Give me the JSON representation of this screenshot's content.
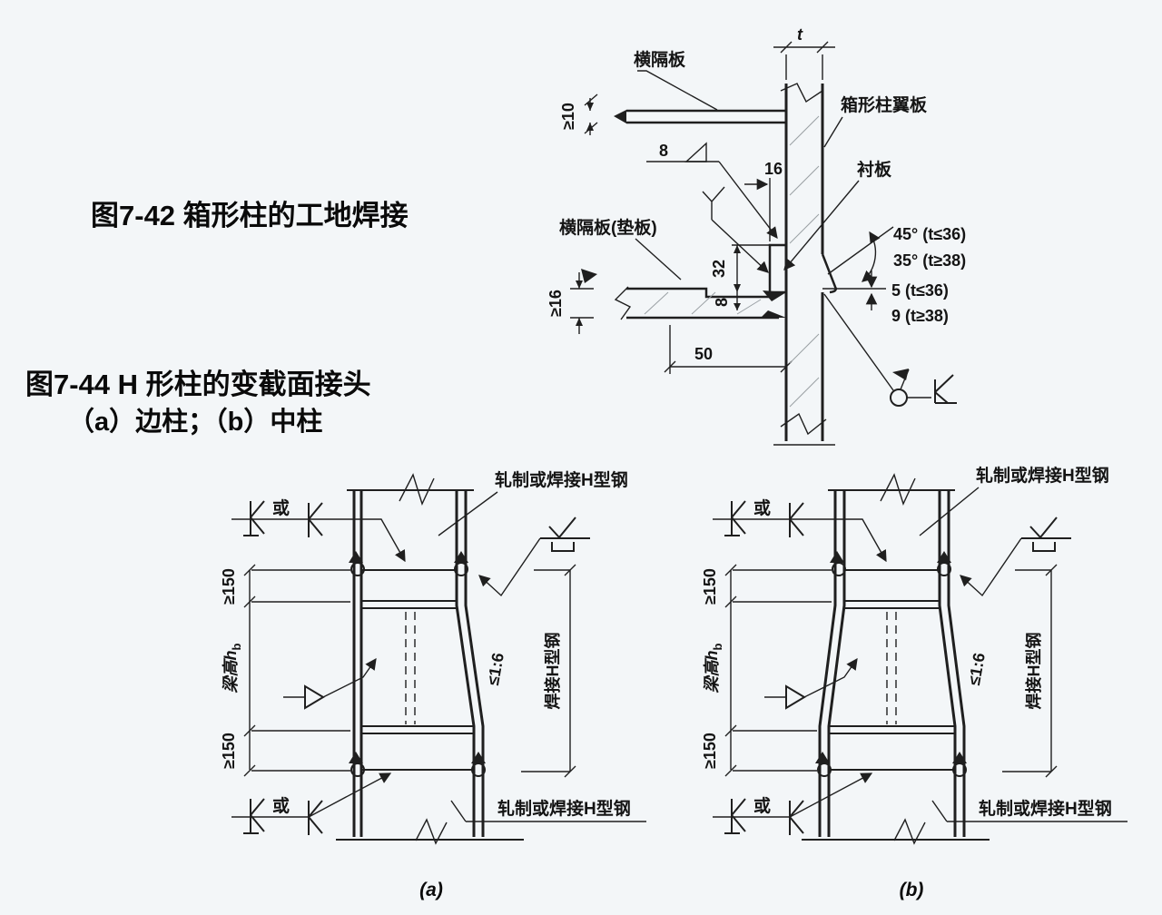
{
  "colors": {
    "background": "#f3f6f8",
    "ink": "#1f1f1f"
  },
  "captions": {
    "fig42": "图7-42  箱形柱的工地焊接",
    "fig44_title": "图7-44 H 形柱的变截面接头",
    "fig44_sub": "（a）边柱；（b）中柱"
  },
  "weld_detail": {
    "top_plate_label": "横隔板",
    "flange_label": "箱形柱翼板",
    "liner_label": "衬板",
    "mid_plate_label": "横隔板(垫板)",
    "fillet_size": "8",
    "dim_t": "t",
    "dim_ge10": "≥10",
    "dim_16": "16",
    "dim_32": "32",
    "dim_8": "8",
    "dim_ge16": "≥16",
    "dim_50": "50",
    "angle_45": "45° (t≤36)",
    "angle_35": "35° (t≥38)",
    "gap_5": "5 (t≤36)",
    "gap_9": "9 (t≥38)"
  },
  "column_a": {
    "or_top": "或",
    "or_bottom": "或",
    "label_top": "轧制或焊接H型钢",
    "label_bottom": "轧制或焊接H型钢",
    "dim_150_top": "≥150",
    "dim_150_bottom": "≥150",
    "beam_height_prefix": "梁高h",
    "beam_height_sub": "b",
    "slope": "≤1:6",
    "welded_h": "焊接H型钢",
    "caption": "(a)"
  },
  "column_b": {
    "or_top": "或",
    "or_bottom": "或",
    "label_top": "轧制或焊接H型钢",
    "label_bottom": "轧制或焊接H型钢",
    "dim_150_top": "≥150",
    "dim_150_bottom": "≥150",
    "beam_height_prefix": "梁高h",
    "beam_height_sub": "b",
    "slope": "≤1:6",
    "welded_h": "焊接H型钢",
    "caption": "(b)"
  }
}
